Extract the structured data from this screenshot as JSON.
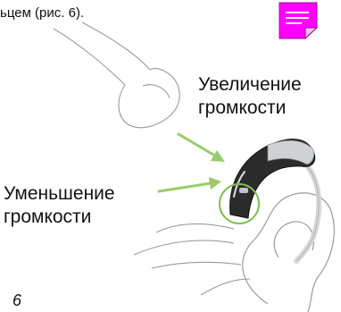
{
  "intro_text": "ьцем (рис. 6).",
  "note_icon": "note-icon",
  "label_volume_up": {
    "line1": "Увеличение",
    "line2": "громкости"
  },
  "label_volume_down": {
    "line1": "Уменьшение",
    "line2": "громкости"
  },
  "figure_number": "6",
  "colors": {
    "note_icon_fill": "#ff00ff",
    "arrow_green": "#99cc66",
    "circle_green": "#7fbf4f",
    "device_dark": "#2b2b2b",
    "device_silver": "#cfd2d4",
    "outline": "#9a9a9a"
  }
}
